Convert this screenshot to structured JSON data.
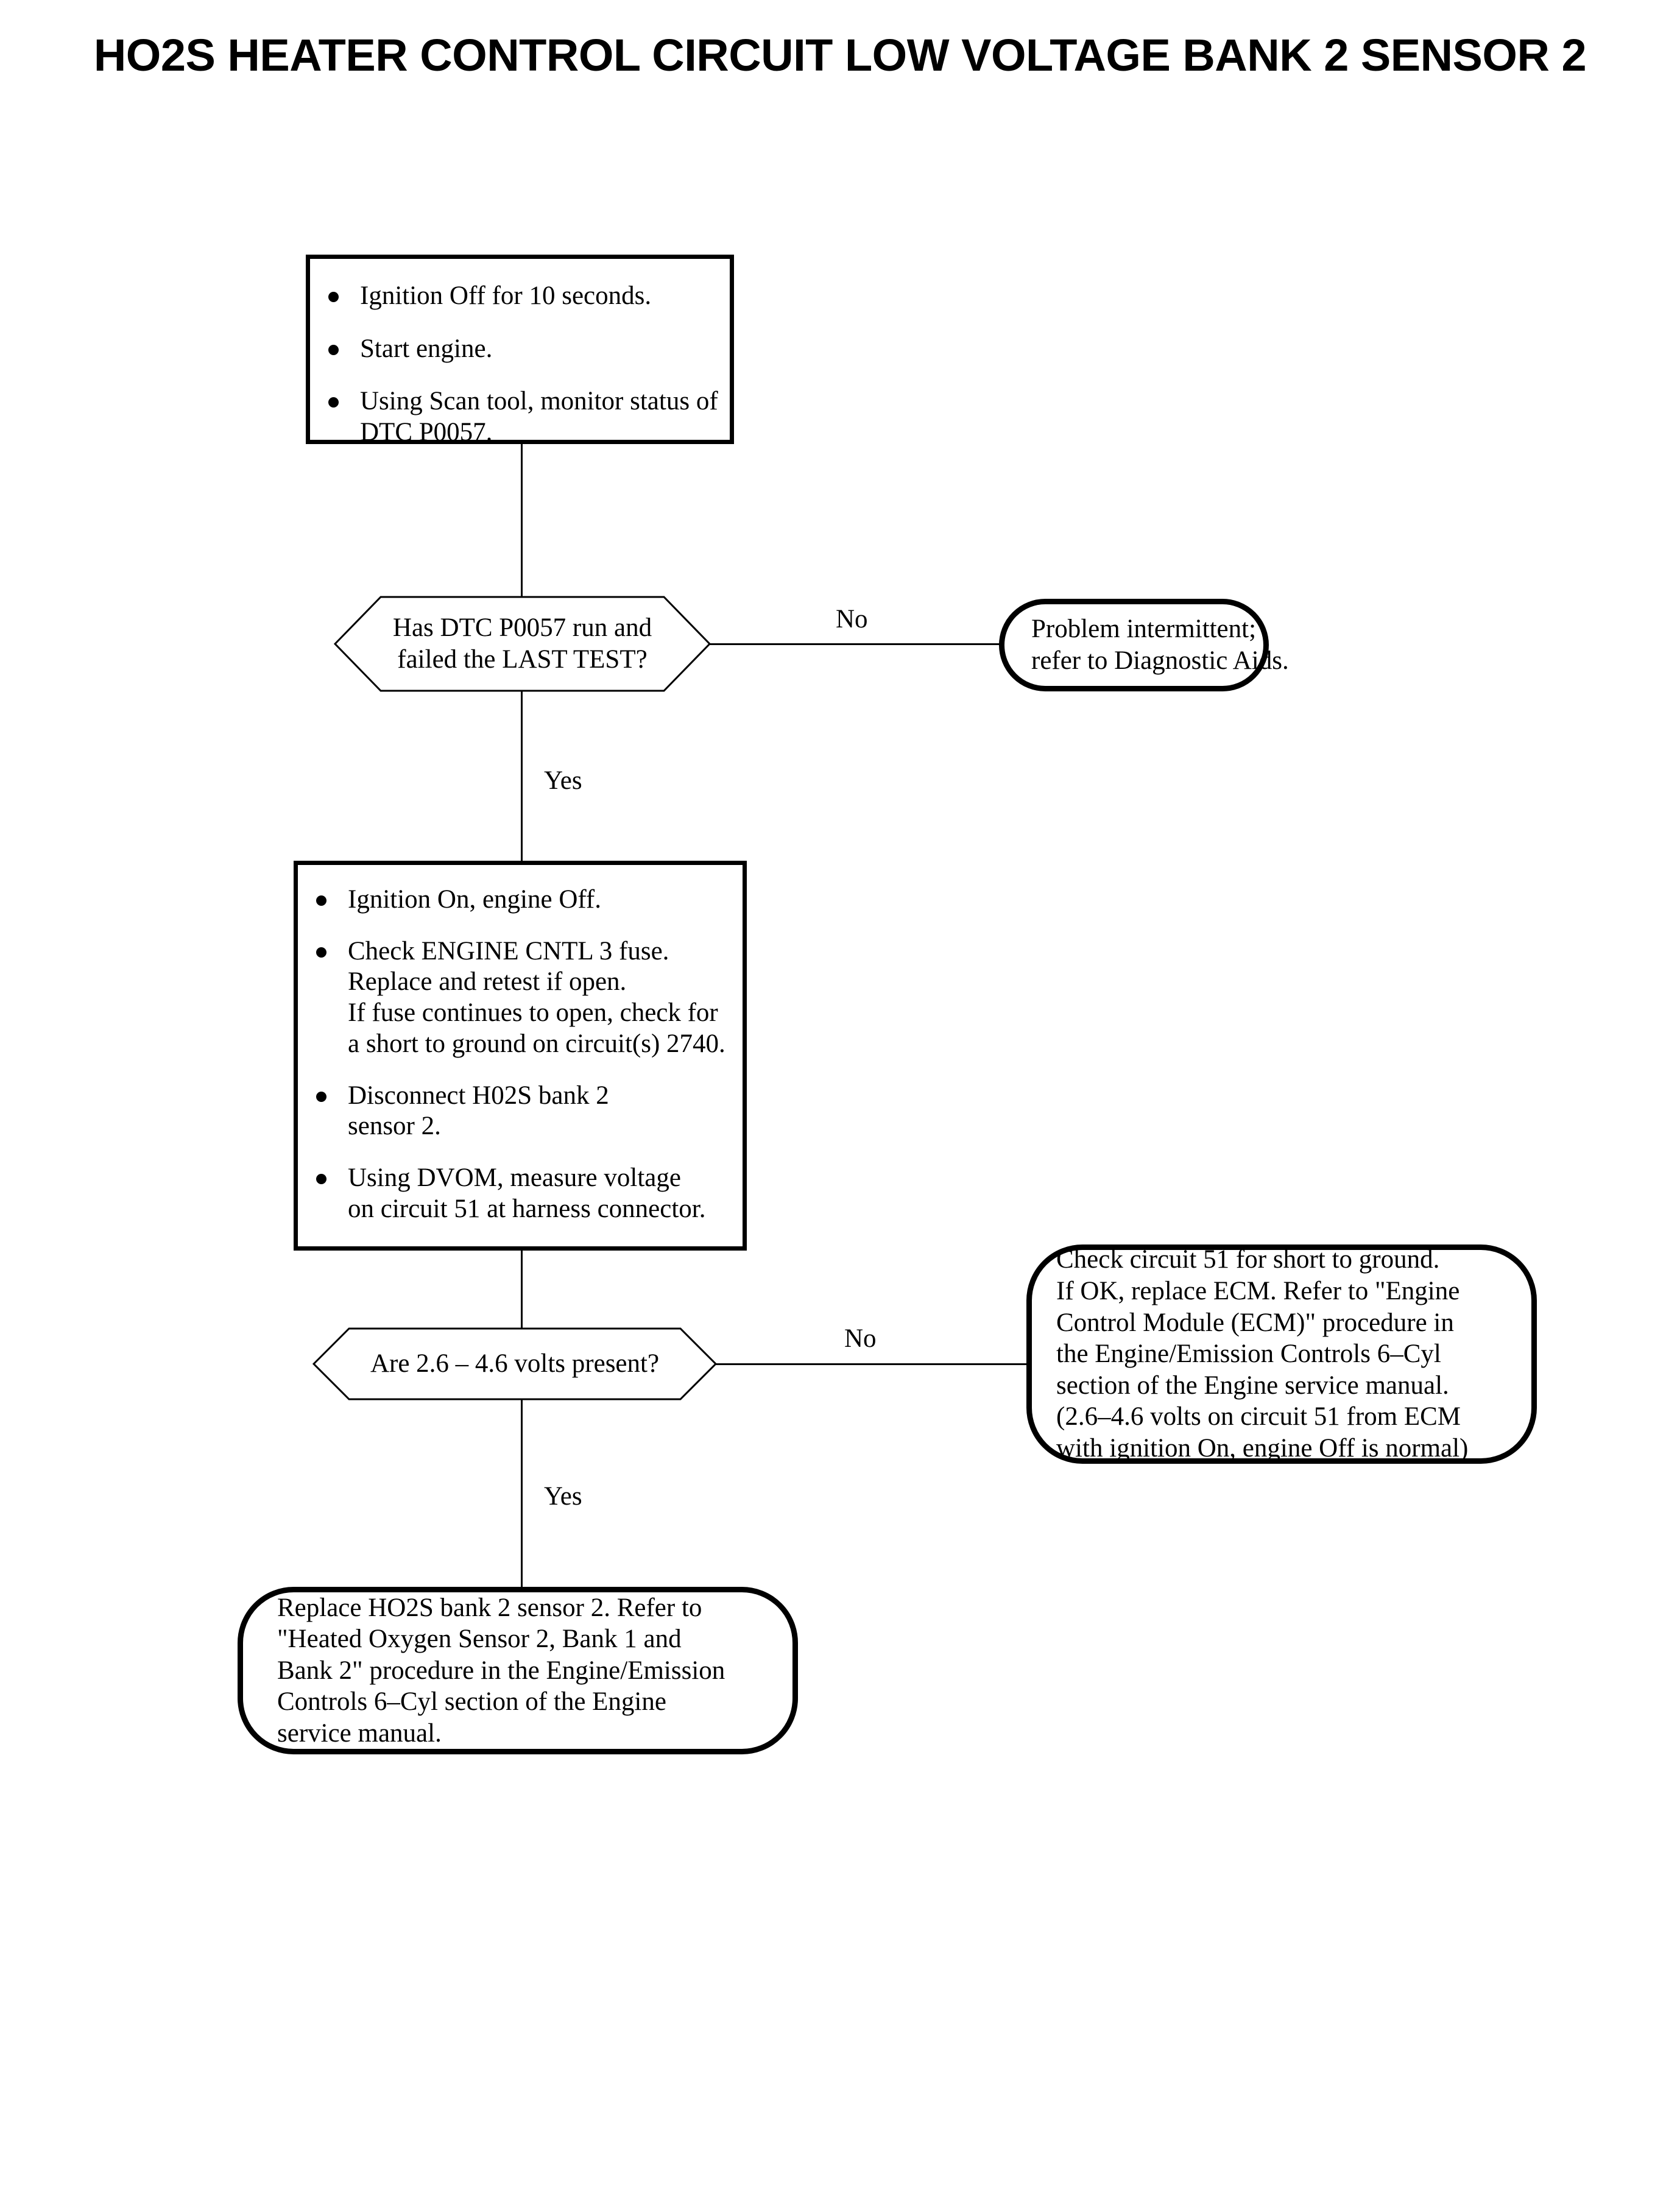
{
  "document": {
    "title": "HO2S HEATER CONTROL CIRCUIT LOW VOLTAGE BANK 2 SENSOR 2",
    "type": "diagnostic-flowchart"
  },
  "flow": {
    "step1": {
      "name": "initial-conditions-box",
      "bullets": [
        {
          "lines": [
            "Ignition Off for 10 seconds."
          ]
        },
        {
          "lines": [
            "Start engine."
          ]
        },
        {
          "lines": [
            "Using Scan tool, monitor status of",
            "DTC P0057."
          ]
        }
      ]
    },
    "decision1": {
      "name": "dtc-run-and-failed-decision",
      "lines": [
        "Has DTC P0057 run and",
        "failed the LAST TEST?"
      ],
      "no_label": "No",
      "yes_label": "Yes"
    },
    "terminal1": {
      "name": "problem-intermittent-terminal",
      "lines": [
        "Problem intermittent;",
        "refer to Diagnostic Aids."
      ]
    },
    "step2": {
      "name": "voltage-measurement-box",
      "bullets": [
        {
          "lines": [
            "Ignition On, engine Off."
          ]
        },
        {
          "lines": [
            "Check ENGINE CNTL 3 fuse.",
            "Replace and retest if open.",
            "If fuse continues to open, check for",
            "a short to ground on circuit(s) 2740."
          ]
        },
        {
          "lines": [
            "Disconnect H02S bank 2",
            "sensor 2."
          ]
        },
        {
          "lines": [
            "Using DVOM, measure voltage",
            "on circuit 51 at harness connector."
          ]
        }
      ]
    },
    "decision2": {
      "name": "volts-present-decision",
      "lines": [
        "Are 2.6 – 4.6 volts present?"
      ],
      "no_label": "No",
      "yes_label": "Yes"
    },
    "terminal2": {
      "name": "check-circuit-replace-ecm-terminal",
      "lines": [
        "Check circuit 51 for short to ground.",
        "If OK, replace ECM. Refer to \"Engine",
        "Control Module (ECM)\" procedure in",
        "the Engine/Emission Controls 6–Cyl",
        "section of the Engine service manual.",
        "(2.6–4.6 volts on circuit 51 from ECM",
        "with ignition On, engine Off is normal)"
      ]
    },
    "terminal3": {
      "name": "replace-ho2s-sensor-terminal",
      "lines": [
        "Replace HO2S bank 2 sensor 2. Refer to",
        "\"Heated Oxygen Sensor 2, Bank 1 and",
        "Bank 2\" procedure in the Engine/Emission",
        "Controls 6–Cyl section of the Engine",
        "service manual."
      ]
    }
  },
  "colors": {
    "ink": "#000000",
    "paper": "#ffffff"
  }
}
